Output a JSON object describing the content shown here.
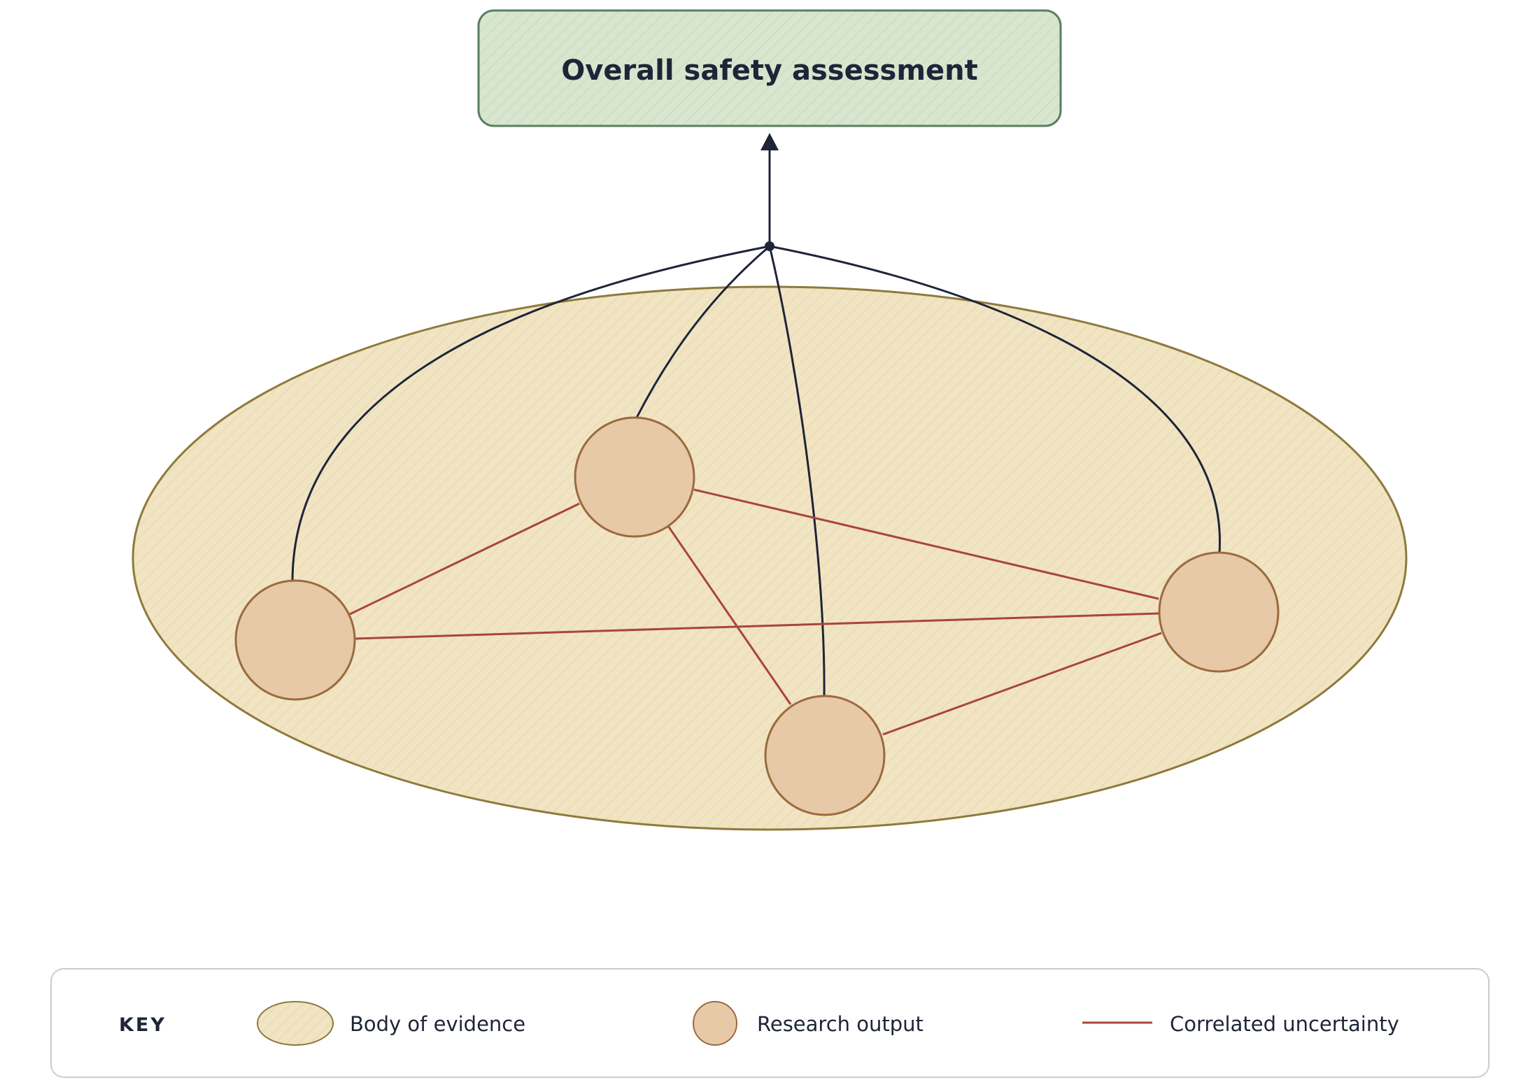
{
  "title_box": {
    "label": "Overall safety assessment",
    "fill_color": "#d8e6cf",
    "stroke_color": "#5a7f62"
  },
  "evidence_body": {
    "fill_color": "#f1e4c2",
    "stroke_color": "#8e7a3c"
  },
  "research_outputs": {
    "count": 4,
    "fill_color": "#e7c9a7",
    "stroke_color": "#9a6b3f"
  },
  "connections": {
    "aggregation_color": "#1e2538",
    "correlated_uncertainty_color": "#a8453c"
  },
  "key": {
    "heading": "KEY",
    "items": [
      {
        "label": "Body of evidence",
        "symbol": "ellipse"
      },
      {
        "label": "Research output",
        "symbol": "circle"
      },
      {
        "label": "Correlated uncertainty",
        "symbol": "line"
      }
    ]
  }
}
